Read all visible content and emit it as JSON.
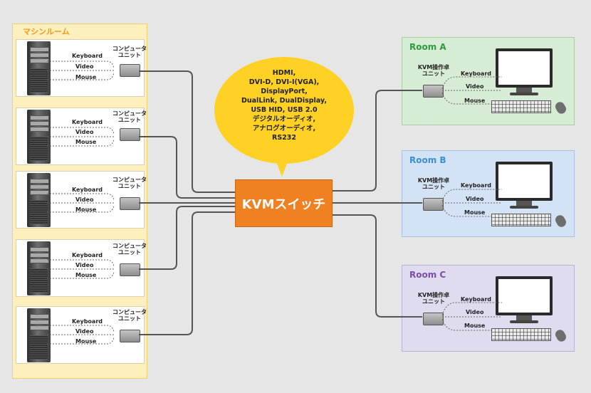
{
  "machine_room": {
    "title": "マシンルーム",
    "rows": [
      {
        "cu_line1": "コンピュータ",
        "cu_line2": "ユニット",
        "keyboard": "Keyboard",
        "video": "Video",
        "mouse": "Mouse"
      },
      {
        "cu_line1": "コンピュータ",
        "cu_line2": "ユニット",
        "keyboard": "Keyboard",
        "video": "Video",
        "mouse": "Mouse"
      },
      {
        "cu_line1": "コンピュータ",
        "cu_line2": "ユニット",
        "keyboard": "Keyboard",
        "video": "Video",
        "mouse": "Mouse"
      },
      {
        "cu_line1": "コンピュータ",
        "cu_line2": "ユニット",
        "keyboard": "Keyboard",
        "video": "Video",
        "mouse": "Mouse"
      },
      {
        "cu_line1": "コンピュータ",
        "cu_line2": "ユニット",
        "keyboard": "Keyboard",
        "video": "Video",
        "mouse": "Mouse"
      }
    ]
  },
  "switch": {
    "label": "KVMスイッチ"
  },
  "bubble": {
    "lines": [
      "HDMI,",
      "DVI-D, DVI-I(VGA),",
      "DisplayPort,",
      "DualLink, DualDisplay,",
      "USB HID, USB 2.0",
      "デジタルオーディオ,",
      "アナログオーディオ,",
      "RS232"
    ]
  },
  "rooms": [
    {
      "title": "Room A",
      "unit_line1": "KVM操作卓",
      "unit_line2": "ユニット",
      "keyboard": "Keyboard",
      "video": "Video",
      "mouse": "Mouse"
    },
    {
      "title": "Room B",
      "unit_line1": "KVM操作卓",
      "unit_line2": "ユニット",
      "keyboard": "Keyboard",
      "video": "Video",
      "mouse": "Mouse"
    },
    {
      "title": "Room C",
      "unit_line1": "KVM操作卓",
      "unit_line2": "ユニット",
      "keyboard": "Keyboard",
      "video": "Video",
      "mouse": "Mouse"
    }
  ],
  "colors": {
    "switch": "#ef8122",
    "bubble": "#ffd125",
    "room_a": "#2f9a3e",
    "room_b": "#3b8fd1",
    "room_c": "#7a4ea8",
    "machine_room_title": "#f39a1e"
  }
}
